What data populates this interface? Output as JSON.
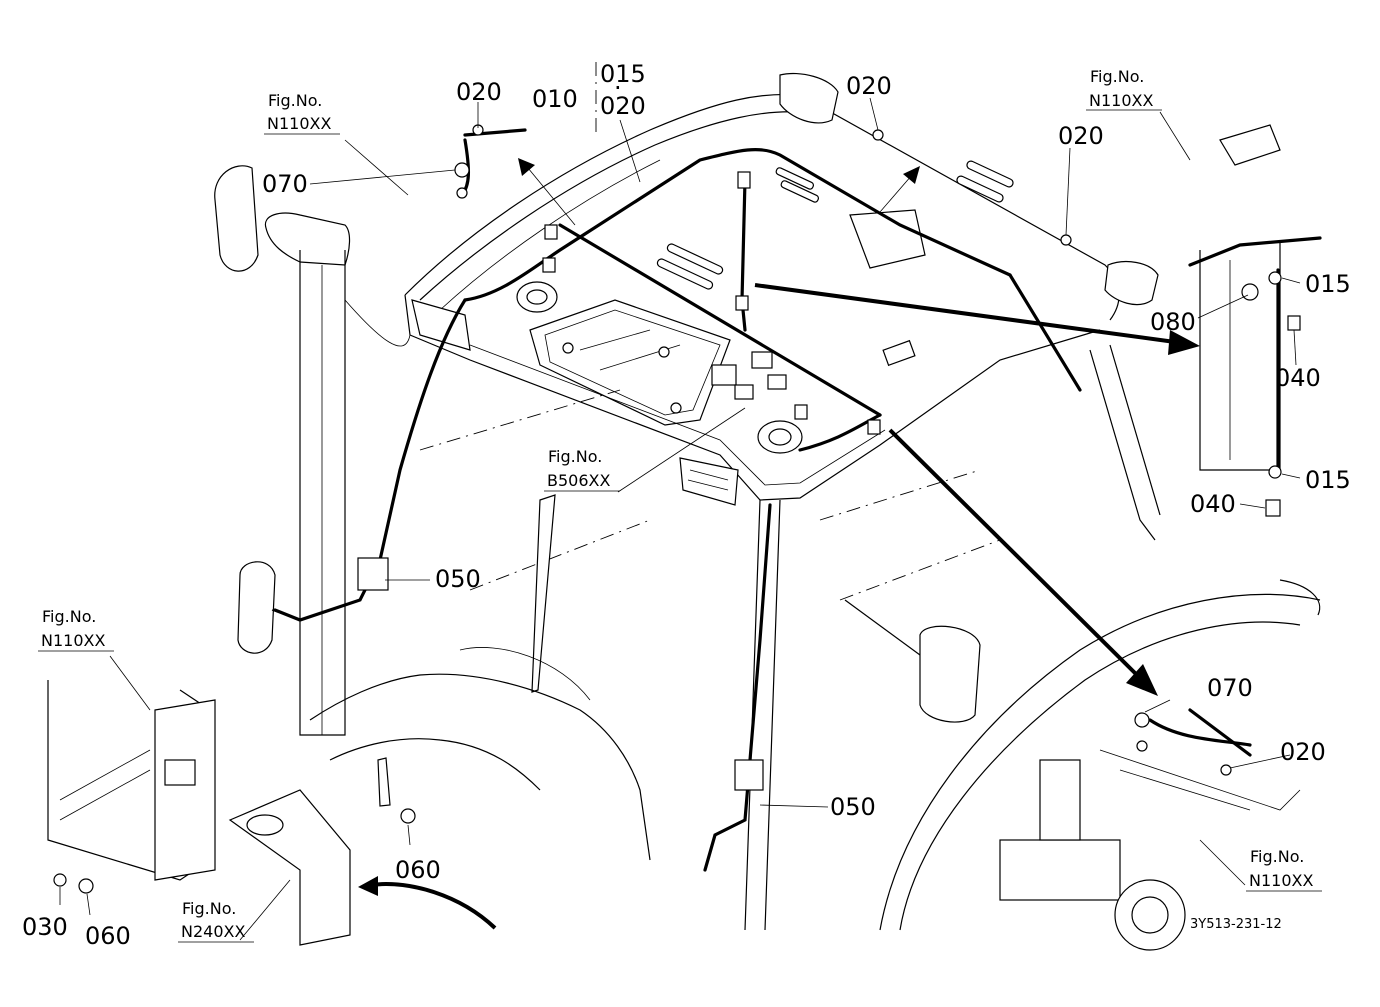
{
  "diagram": {
    "drawing_code": "3Y513-231-12",
    "callouts": {
      "c010": "010",
      "c015_top": "015",
      "c020_top": "020",
      "c020_left": "020",
      "c070_left": "070",
      "c020_roof": "020",
      "c020_roof2": "020",
      "c015_r1": "015",
      "c080": "080",
      "c040_r1": "040",
      "c015_r2": "015",
      "c040_r2": "040",
      "c050_left": "050",
      "c050_center": "050",
      "c070_right": "070",
      "c020_right": "020",
      "c060_center": "060",
      "c030": "030",
      "c060_left": "060"
    },
    "fig_refs": {
      "tl": {
        "label": "Fig.No.",
        "code": "N110XX"
      },
      "tr": {
        "label": "Fig.No.",
        "code": "N110XX"
      },
      "center": {
        "label": "Fig.No.",
        "code": "B506XX"
      },
      "left": {
        "label": "Fig.No.",
        "code": "N110XX"
      },
      "bottom": {
        "label": "Fig.No.",
        "code": "N240XX"
      },
      "br": {
        "label": "Fig.No.",
        "code": "N110XX"
      }
    }
  }
}
